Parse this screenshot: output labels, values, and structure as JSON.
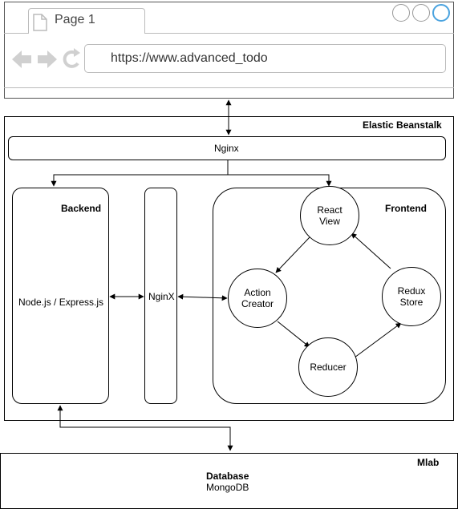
{
  "browser": {
    "tab_label": "Page 1",
    "url": "https://www.advanced_todo",
    "nav_icons": [
      "back-arrow-icon",
      "forward-arrow-icon",
      "reload-icon",
      "page-icon"
    ],
    "window_buttons": [
      "minimize",
      "maximize",
      "close"
    ],
    "accent_color": "#4aa3df"
  },
  "elastic_beanstalk": {
    "title": "Elastic Beanstalk",
    "nginx_bar": "Nginx",
    "backend": {
      "title": "Backend",
      "body": "Node.js / Express.js"
    },
    "nginx_mid": "NginX",
    "frontend": {
      "title": "Frontend",
      "nodes": {
        "react_view": [
          "React",
          "View"
        ],
        "action_creator": [
          "Action",
          "Creator"
        ],
        "reducer": "Reducer",
        "redux_store": [
          "Redux",
          "Store"
        ]
      }
    }
  },
  "mlab": {
    "title": "Mlab",
    "db_title": "Database",
    "db_name": "MongoDB"
  }
}
